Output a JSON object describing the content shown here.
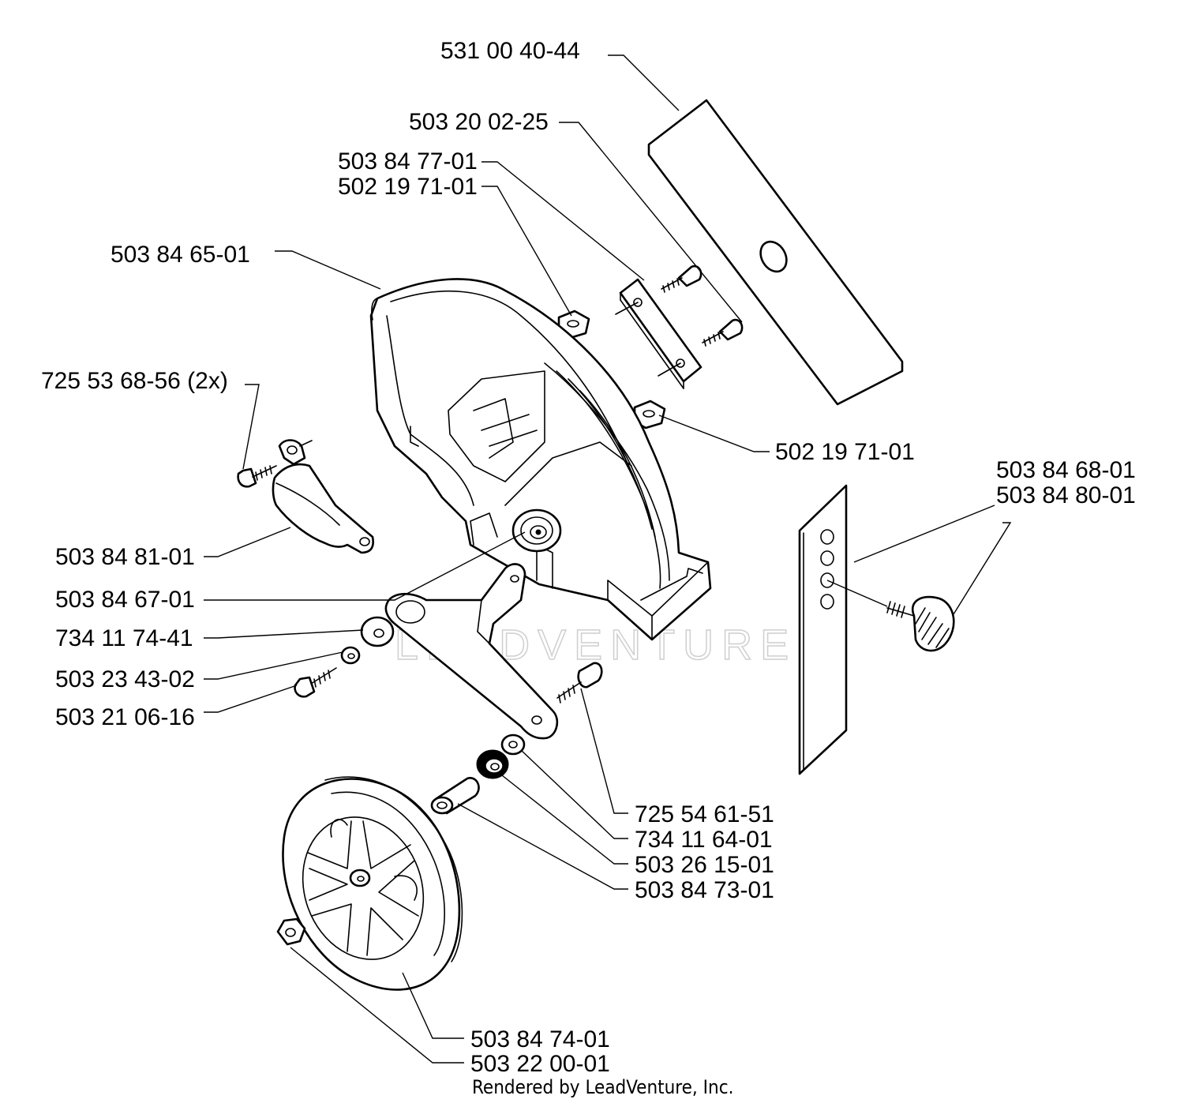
{
  "labels": {
    "p1": "531 00 40-44",
    "p2": "503 20 02-25",
    "p3": "503 84 77-01",
    "p4": "502 19 71-01",
    "p5": "503 84 65-01",
    "p6": "725 53 68-56 (2x)",
    "p7": "502 19 71-01",
    "p8": "503 84 68-01",
    "p9": "503 84 80-01",
    "p10": "503 84 81-01",
    "p11": "503 84 67-01",
    "p12": "734 11 74-41",
    "p13": "503 23 43-02",
    "p14": "503 21 06-16",
    "p15": "725 54 61-51",
    "p16": "734 11 64-01",
    "p17": "503 26 15-01",
    "p18": "503 84 73-01",
    "p19": "503 84 74-01",
    "p20": "503 22 00-01"
  },
  "watermark": "LEADVENTURE",
  "credit": "Rendered by LeadVenture, Inc."
}
